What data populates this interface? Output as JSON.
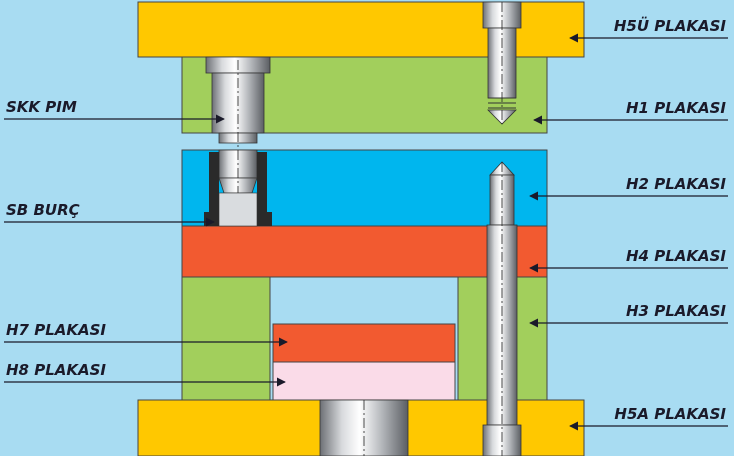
{
  "labels": {
    "h5u_plate": "H5Ü PLAKASI",
    "h1_plate": "H1 PLAKASI",
    "h2_plate": "H2 PLAKASI",
    "h4_plate": "H4 PLAKASI",
    "h3_plate": "H3 PLAKASI",
    "h5a_plate": "H5A PLAKASI",
    "skk_pin": "SKK PIM",
    "sb_bushing": "SB BURÇ",
    "h7_plate": "H7 PLAKASI",
    "h8_plate": "H8 PLAKASI"
  },
  "colors": {
    "background": "#a8dcf2",
    "yellow_plate": "#ffc800",
    "green_plate": "#a2cf5c",
    "blue_plate": "#00b6ee",
    "red_plate": "#f25a30",
    "pink_plate": "#fadbe8",
    "bushing": "#2a2a2a",
    "steel": "#c9ccd0",
    "line": "#1a1a2a"
  }
}
